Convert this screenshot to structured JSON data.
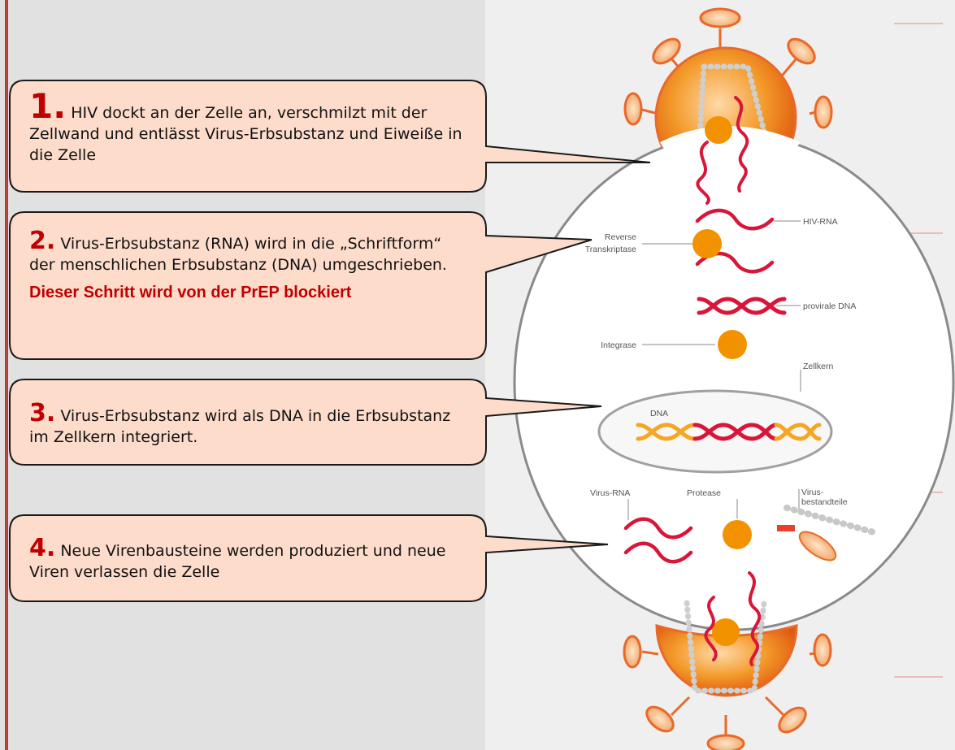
{
  "steps": [
    {
      "number": "1.",
      "text": "HIV dockt an der Zelle an, verschmilzt mit der Zellwand und entlässt Virus-Erbsubstanz und Eiweiße in die Zelle"
    },
    {
      "number": "2.",
      "text": "Virus-Erbsubstanz (RNA) wird in die „Schriftform“ der menschlichen Erbsubstanz (DNA) umgeschrieben.",
      "note": "Dieser Schritt wird von der PrEP blockiert"
    },
    {
      "number": "3.",
      "text": "Virus-Erbsubstanz wird als DNA in die Erbsubstanz im Zellkern integriert."
    },
    {
      "number": "4.",
      "text": "Neue Virenbausteine werden produziert und neue Viren verlassen die Zelle"
    }
  ],
  "labels": {
    "reverse_transcriptase_1": "Reverse",
    "reverse_transcriptase_2": "Transkriptase",
    "hiv_rna": "HIV-RNA",
    "provirale_dna": "provirale DNA",
    "integrase": "Integrase",
    "zellkern": "Zellkern",
    "dna": "DNA",
    "virus_rna": "Virus-RNA",
    "protease": "Protease",
    "virusbestandteile_1": "Virus-",
    "virusbestandteile_2": "bestandteile"
  },
  "colors": {
    "callout_fill": "#fddccb",
    "accent_red": "#c00000",
    "rna_red": "#d9163a",
    "orange": "#f39200",
    "cell_fill": "#ffffff",
    "cell_stroke": "#8a8a8a"
  }
}
